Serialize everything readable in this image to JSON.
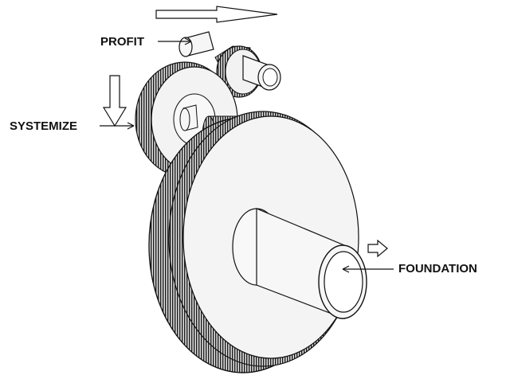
{
  "labels": {
    "profit": "PROFIT",
    "systemize": "SYSTEMIZE",
    "foundation": "FOUNDATION"
  },
  "icons": {
    "top_arrow": "right-arrow-icon",
    "left_arrow": "down-arrow-icon",
    "foundation_arrow": "right-arrow-icon"
  },
  "colors": {
    "ink": "#111111",
    "gear_face": "#f4f4f4",
    "gear_teeth": "#2a2a2a",
    "background": "#ffffff"
  }
}
